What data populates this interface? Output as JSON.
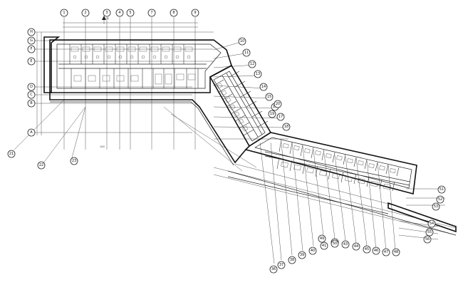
{
  "top_axes": [
    "1",
    "2",
    "3",
    "4",
    "5",
    "7",
    "8",
    "9"
  ],
  "left_axes": [
    "H",
    "G",
    "F",
    "E",
    "D",
    "C",
    "B",
    "A"
  ],
  "upper_right_axes": [
    "10",
    "11",
    "12",
    "13",
    "14",
    "15",
    "16",
    "17",
    "18",
    "19",
    "20"
  ],
  "bottom_axes": [
    "36",
    "37",
    "38",
    "39",
    "40",
    "41",
    "42",
    "43",
    "44",
    "45",
    "46",
    "47",
    "48",
    "49",
    "50"
  ],
  "far_right_axes": [
    "51",
    "52",
    "53",
    "54",
    "55",
    "56"
  ],
  "lower_left_axes": [
    "21",
    "22",
    "23"
  ],
  "north_mark": "N",
  "scale_label": "100"
}
